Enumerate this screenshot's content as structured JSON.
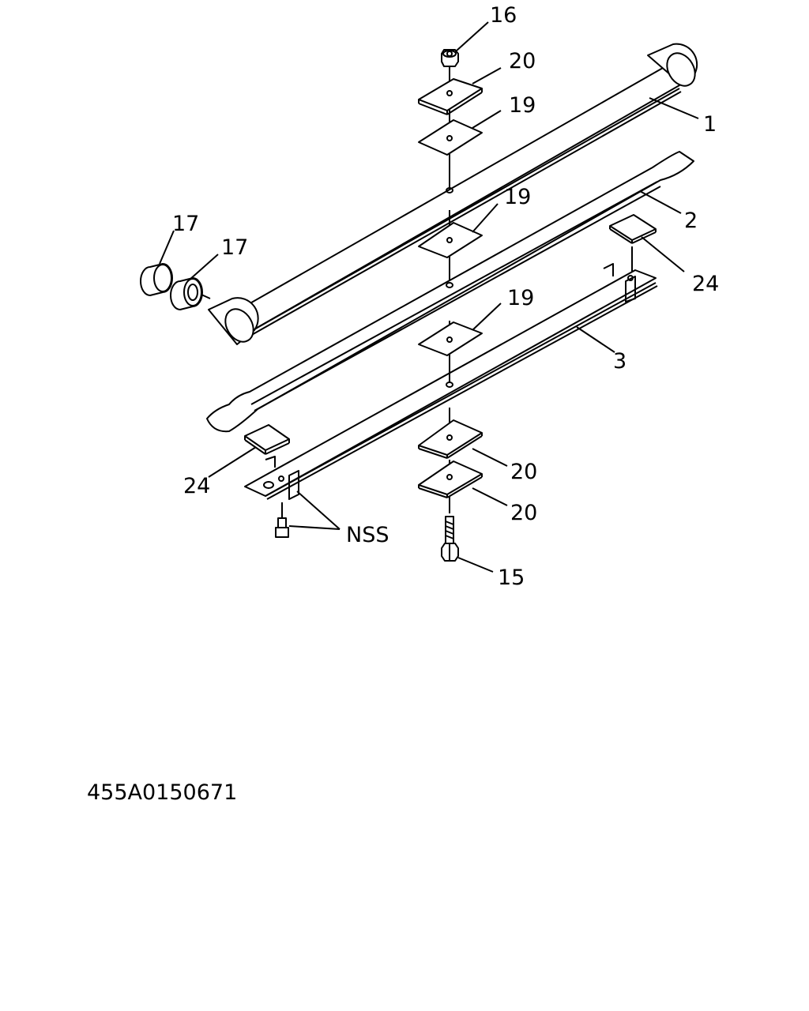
{
  "labels": {
    "p16": "16",
    "p20_top": "20",
    "p19_top": "19",
    "p1": "1",
    "p19_mid": "19",
    "p2": "2",
    "p17_a": "17",
    "p17_b": "17",
    "p24_right": "24",
    "p19_low": "19",
    "p3": "3",
    "p24_left": "24",
    "p20_low_a": "20",
    "p20_low_b": "20",
    "nss": "NSS",
    "p15": "15"
  },
  "drawing_number": "455A0150671"
}
